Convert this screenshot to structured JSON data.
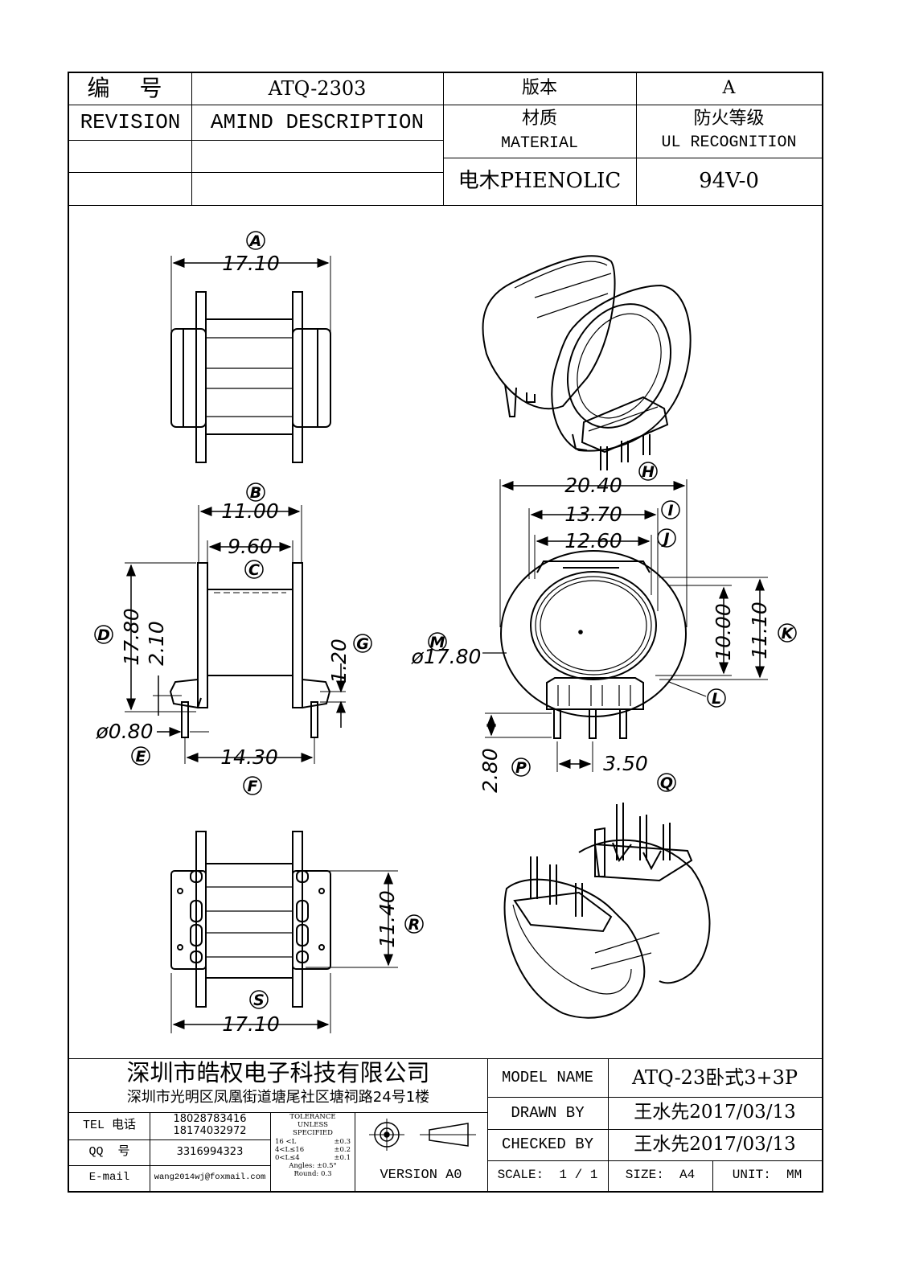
{
  "header": {
    "number_label": "编  号",
    "number_value": "ATQ-2303",
    "version_label": "版本",
    "version_value": "A",
    "revision_label": "REVISION",
    "description_label": "AMIND DESCRIPTION",
    "material_label_cn": "材质",
    "material_label_en": "MATERIAL",
    "fire_label_cn": "防火等级",
    "fire_label_en": "UL RECOGNITION",
    "material_value": "电木PHENOLIC",
    "fire_value": "94V-0"
  },
  "drawing": {
    "dims": {
      "A": "17.10",
      "B": "11.00",
      "C": "9.60",
      "D": "17.80",
      "D2": "2.10",
      "G": "1.20",
      "E": "ø0.80",
      "F": "14.30",
      "H": "20.40",
      "I": "13.70",
      "J": "12.60",
      "K": "11.10",
      "K2": "10.00",
      "M": "ø17.80",
      "P": "2.80",
      "Q": "3.50",
      "R": "11.40",
      "S": "17.10"
    },
    "letters": {
      "A": "A",
      "B": "B",
      "C": "C",
      "D": "D",
      "E": "E",
      "F": "F",
      "G": "G",
      "H": "H",
      "I": "I",
      "J": "J",
      "K": "K",
      "L": "L",
      "M": "M",
      "P": "P",
      "Q": "Q",
      "R": "R",
      "S": "S"
    }
  },
  "footer": {
    "company": "深圳市皓权电子科技有限公司",
    "address": "深圳市光明区凤凰街道塘尾社区塘祠路24号1楼",
    "tel_label": "TEL 电话",
    "tel_values": [
      "18028783416",
      "18174032972"
    ],
    "qq_label": "QQ  号",
    "qq_value": "3316994323",
    "email_label": "E-mail",
    "email_value": "wang2014wj@foxmail.com",
    "tolerance": {
      "title": "TOLERANCE",
      "line2": "UNLESS",
      "line3": "SPECIFIED",
      "rows": [
        [
          "16 <L",
          "±0.3"
        ],
        [
          "4<L≤16",
          "±0.2"
        ],
        [
          "0<L≤4",
          "±0.1"
        ]
      ],
      "angles": "Angles: ±0.5°",
      "round": "Round: 0.3"
    },
    "version": "VERSION A0",
    "model_label": "MODEL NAME",
    "model_value": "ATQ-23卧式3+3P",
    "drawn_label": "DRAWN BY",
    "drawn_value": "王水先2017/03/13",
    "checked_label": "CHECKED BY",
    "checked_value": "王水先2017/03/13",
    "scale_label": "SCALE:  1 / 1",
    "size_label": "SIZE:  A4",
    "unit_label": "UNIT:  MM"
  }
}
